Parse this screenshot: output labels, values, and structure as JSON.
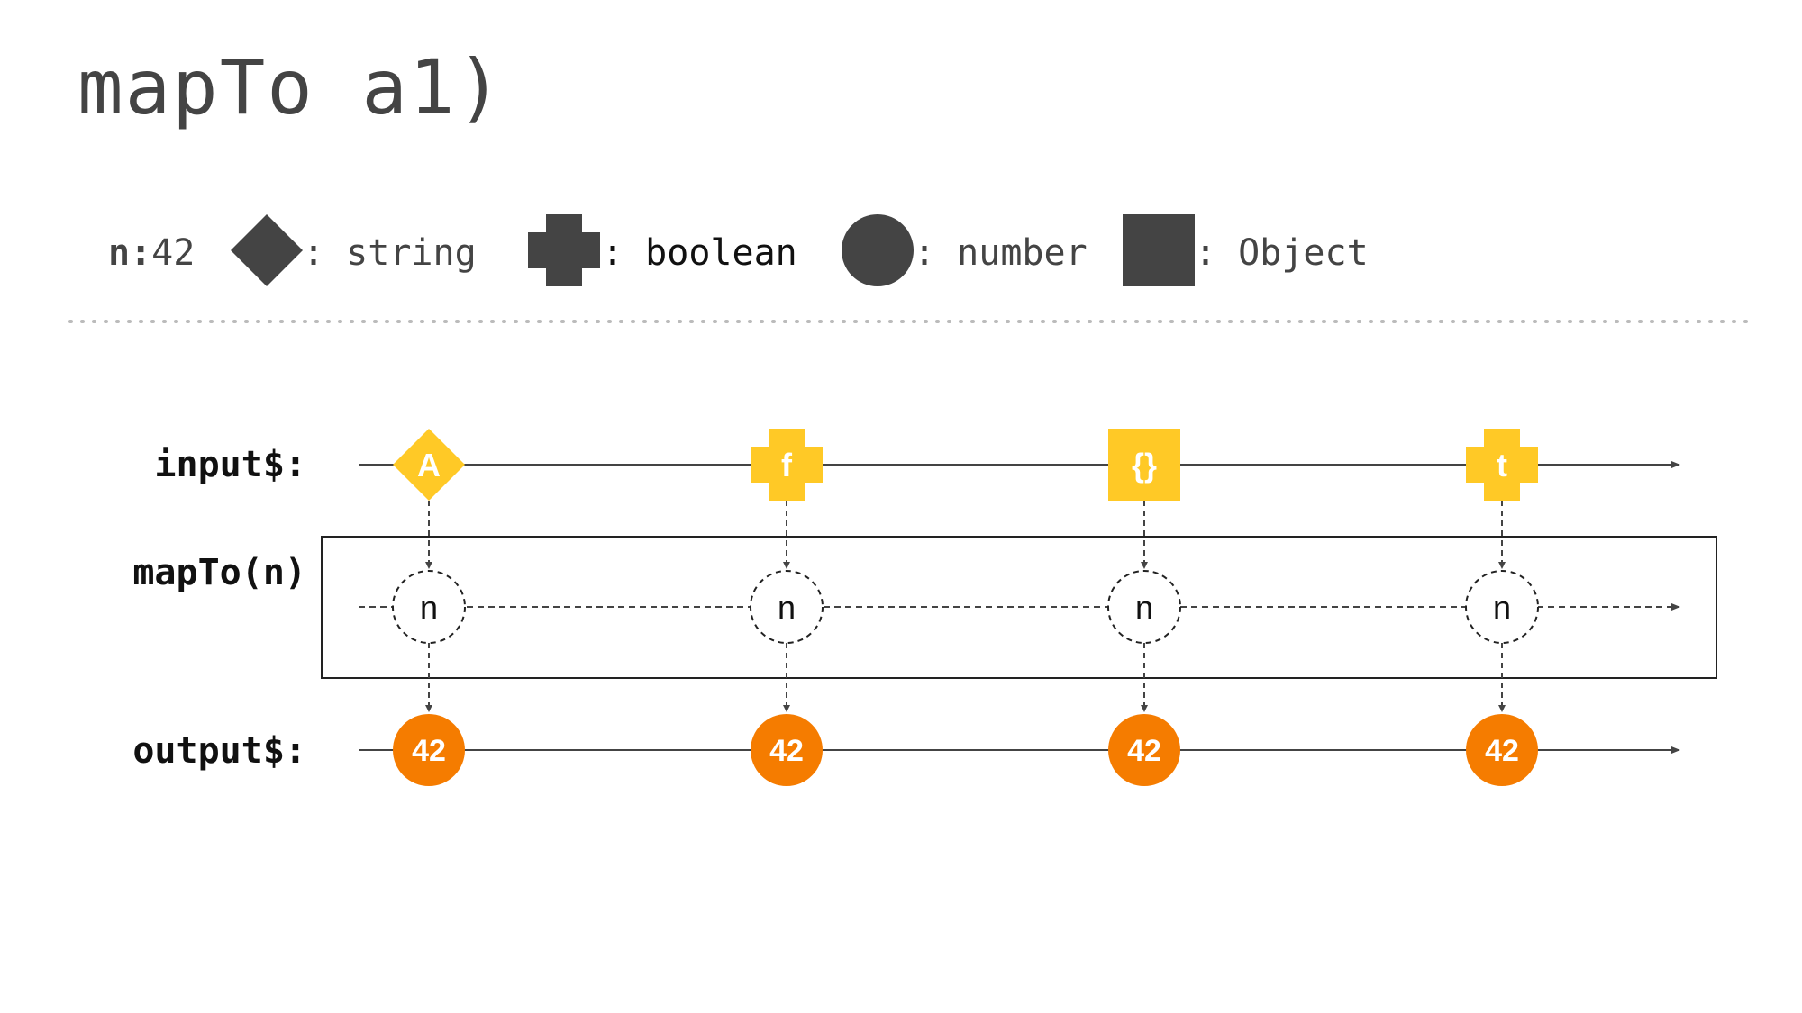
{
  "title": "mapTo a1)",
  "legend": {
    "n_key": "n:",
    "n_value": "42",
    "items": [
      {
        "shape": "diamond",
        "label": ": string"
      },
      {
        "shape": "cross",
        "label": ": boolean"
      },
      {
        "shape": "circle",
        "label": ": number"
      },
      {
        "shape": "square",
        "label": ": Object"
      }
    ]
  },
  "rows": {
    "input_label": "input$:",
    "operator_label": "mapTo(n)",
    "output_label": "output$:"
  },
  "colors": {
    "legend_shape": "#444444",
    "input_mark": "#FFC926",
    "output_mark": "#F57C00",
    "line": "#444444"
  },
  "input_events": [
    {
      "shape": "diamond",
      "label": "A"
    },
    {
      "shape": "cross",
      "label": "f"
    },
    {
      "shape": "square",
      "label": "{}"
    },
    {
      "shape": "cross",
      "label": "t"
    }
  ],
  "operator_events": [
    {
      "label": "n"
    },
    {
      "label": "n"
    },
    {
      "label": "n"
    },
    {
      "label": "n"
    }
  ],
  "output_events": [
    {
      "shape": "circle",
      "label": "42"
    },
    {
      "shape": "circle",
      "label": "42"
    },
    {
      "shape": "circle",
      "label": "42"
    },
    {
      "shape": "circle",
      "label": "42"
    }
  ]
}
